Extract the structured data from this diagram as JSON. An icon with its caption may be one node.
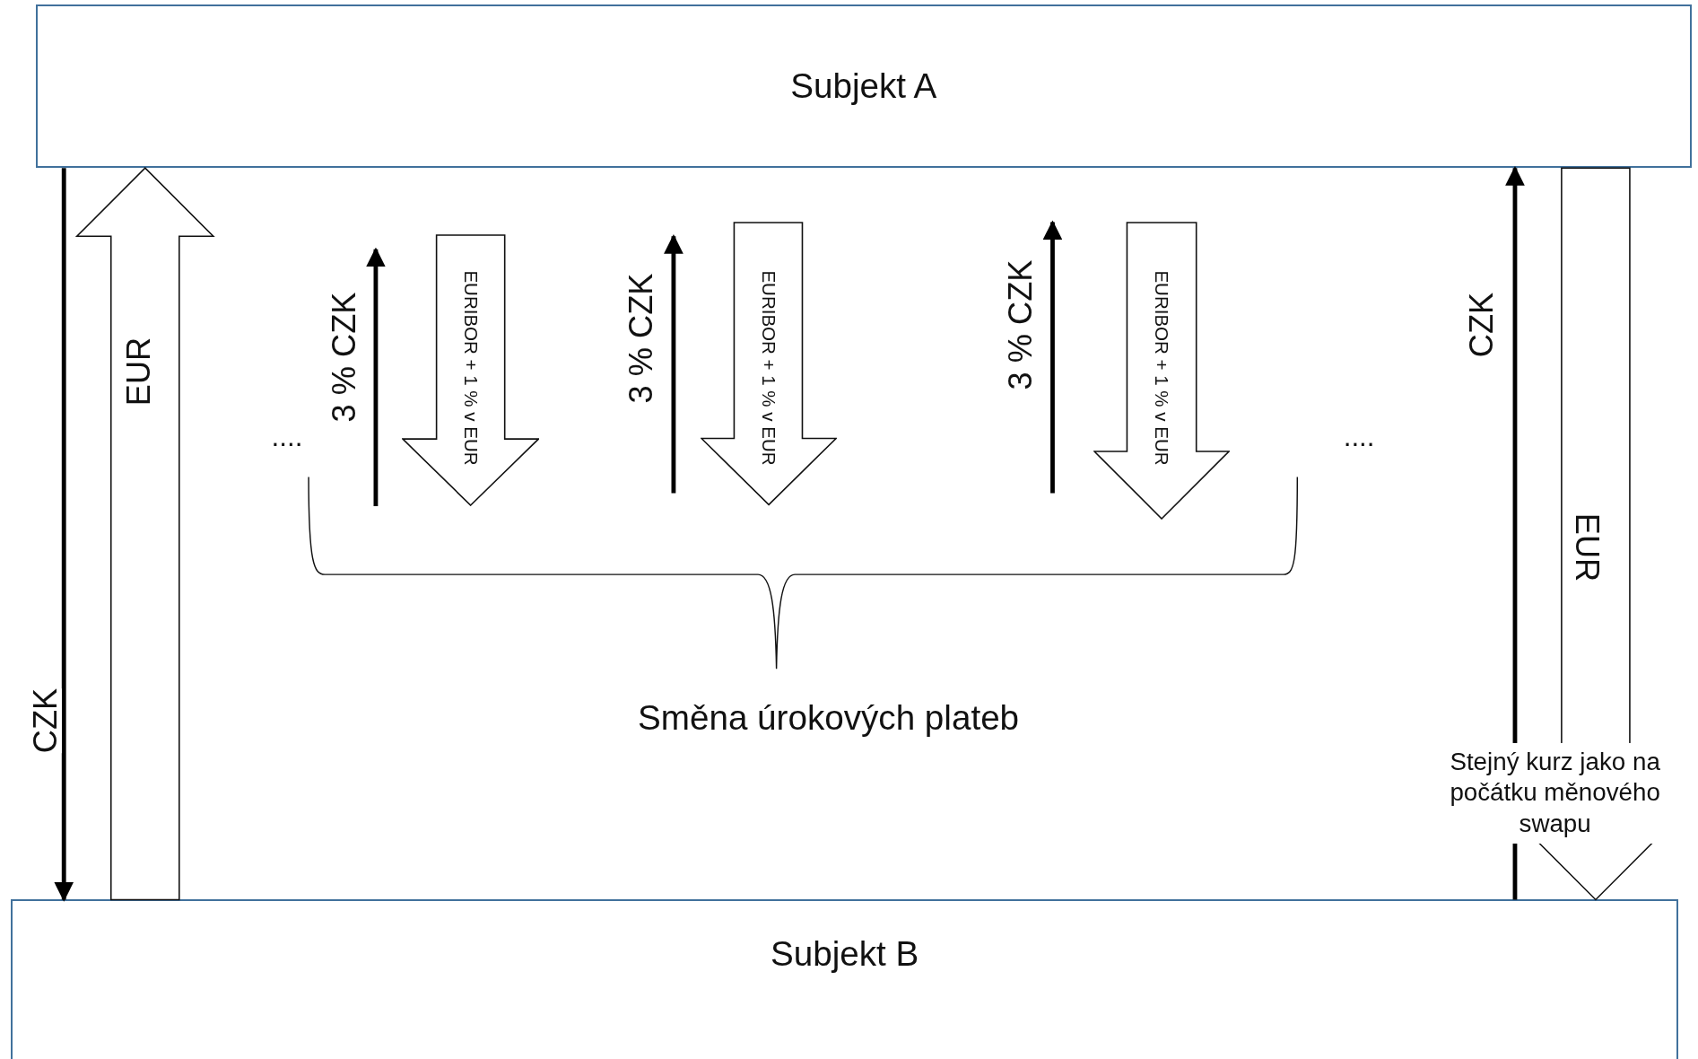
{
  "diagram": {
    "nodes": [
      {
        "text": [
          "Subjekt A"
        ]
      },
      {
        "text": [
          "EURIBOR + 1 % v EUR"
        ]
      },
      {
        "text": [
          "EURIBOR + 1 % v EUR"
        ]
      },
      {
        "text": [
          "EURIBOR + 1 % v EUR"
        ]
      },
      {
        "text": [
          "Subjekt B"
        ]
      }
    ],
    "edges": [
      {
        "from": 0,
        "to": 4,
        "arrow": "to",
        "label": "CZK"
      },
      {
        "from": 4,
        "to": 0,
        "arrow": "to",
        "label": "EUR",
        "style": "thick"
      },
      {
        "from": 4,
        "to": 0,
        "arrow": "to",
        "label": "CZK"
      },
      {
        "from": 0,
        "to": 4,
        "arrow": "to",
        "label": "EUR",
        "style": "thick"
      }
    ],
    "labels": [
      "....",
      "3 % CZK",
      "3 % CZK",
      "3 % CZK",
      "....",
      "Směna úrokových plateb",
      "Stejný kurz jako na počátku měnového swapu"
    ]
  }
}
